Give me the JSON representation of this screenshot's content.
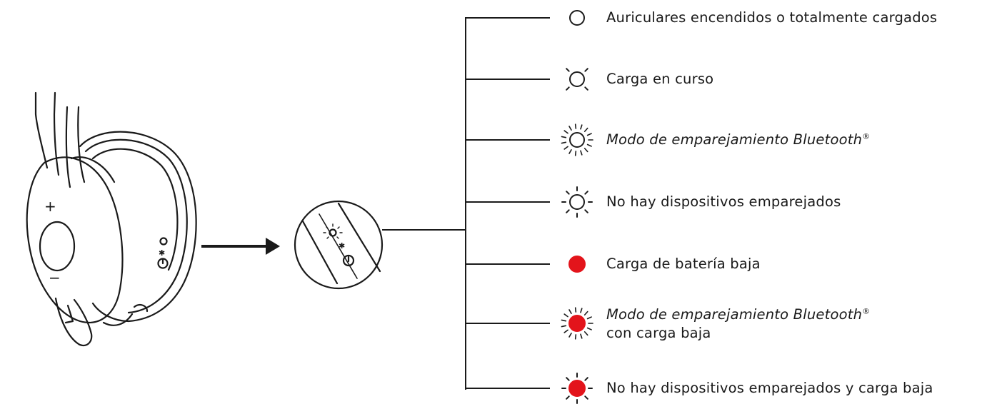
{
  "legend": {
    "items": [
      {
        "state": "solid-white",
        "label": "Auriculares encendidos o totalmente cargados"
      },
      {
        "state": "breathing-white",
        "label": "Carga en curso"
      },
      {
        "state": "fast-blink-white",
        "label": "Modo de emparejamiento Bluetooth",
        "mark": "®"
      },
      {
        "state": "slow-blink-white",
        "label": "No hay dispositivos emparejados"
      },
      {
        "state": "solid-red",
        "label": "Carga de batería baja"
      },
      {
        "state": "fast-blink-red",
        "label": "Modo de emparejamiento Bluetooth",
        "mark": "®",
        "label_line2": "con carga baja"
      },
      {
        "state": "slow-blink-red",
        "label": "No hay dispositivos emparejados y carga baja"
      }
    ]
  },
  "headset": {
    "plus_symbol": "+",
    "minus_symbol": "−"
  },
  "colors": {
    "ink": "#1a1a1a",
    "led_red": "#e3141b",
    "background": "#ffffff"
  }
}
